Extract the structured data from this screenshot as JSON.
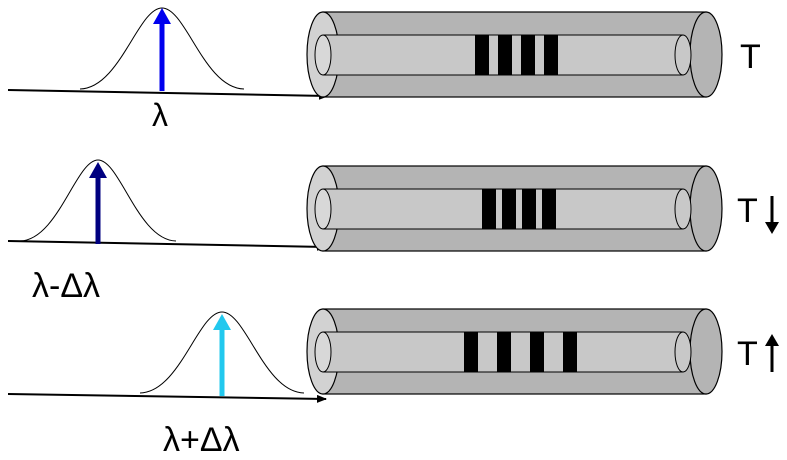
{
  "rows": [
    {
      "wavelength_label": "λ",
      "temperature_label": "T",
      "temperature_change": "none",
      "arrow_color": "#0000ee"
    },
    {
      "wavelength_label": "λ-Δλ",
      "temperature_label": "T",
      "temperature_change": "down",
      "arrow_color": "#000080"
    },
    {
      "wavelength_label": "λ+Δλ",
      "temperature_label": "T",
      "temperature_change": "up",
      "arrow_color": "#22c8ee"
    }
  ],
  "colors": {
    "fiber_outer": "#b4b4b4",
    "fiber_inner": "#c8c8c8",
    "grating": "#000000",
    "axis": "#000000",
    "gaussian": "#000000"
  }
}
